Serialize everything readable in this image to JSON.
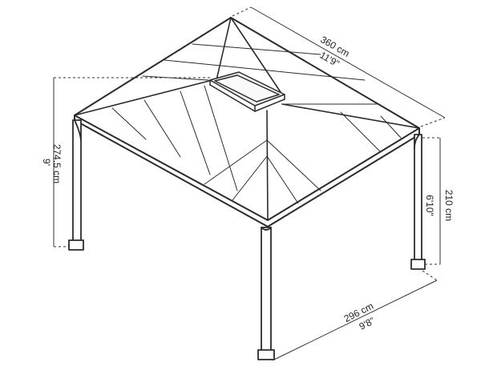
{
  "diagram": {
    "subject": "Gazebo with hip roof and ridge vent",
    "line_color": "#2b2b2b",
    "dimension_color": "#333333",
    "dimensions": {
      "depth": {
        "metric": "360 cm",
        "imperial": "11'9\""
      },
      "width": {
        "metric": "296 cm",
        "imperial": "9'8\""
      },
      "peak_height": {
        "metric": "274.5 cm",
        "imperial": "9'"
      },
      "eave_height": {
        "metric": "210 cm",
        "imperial": "6'10\""
      }
    }
  }
}
